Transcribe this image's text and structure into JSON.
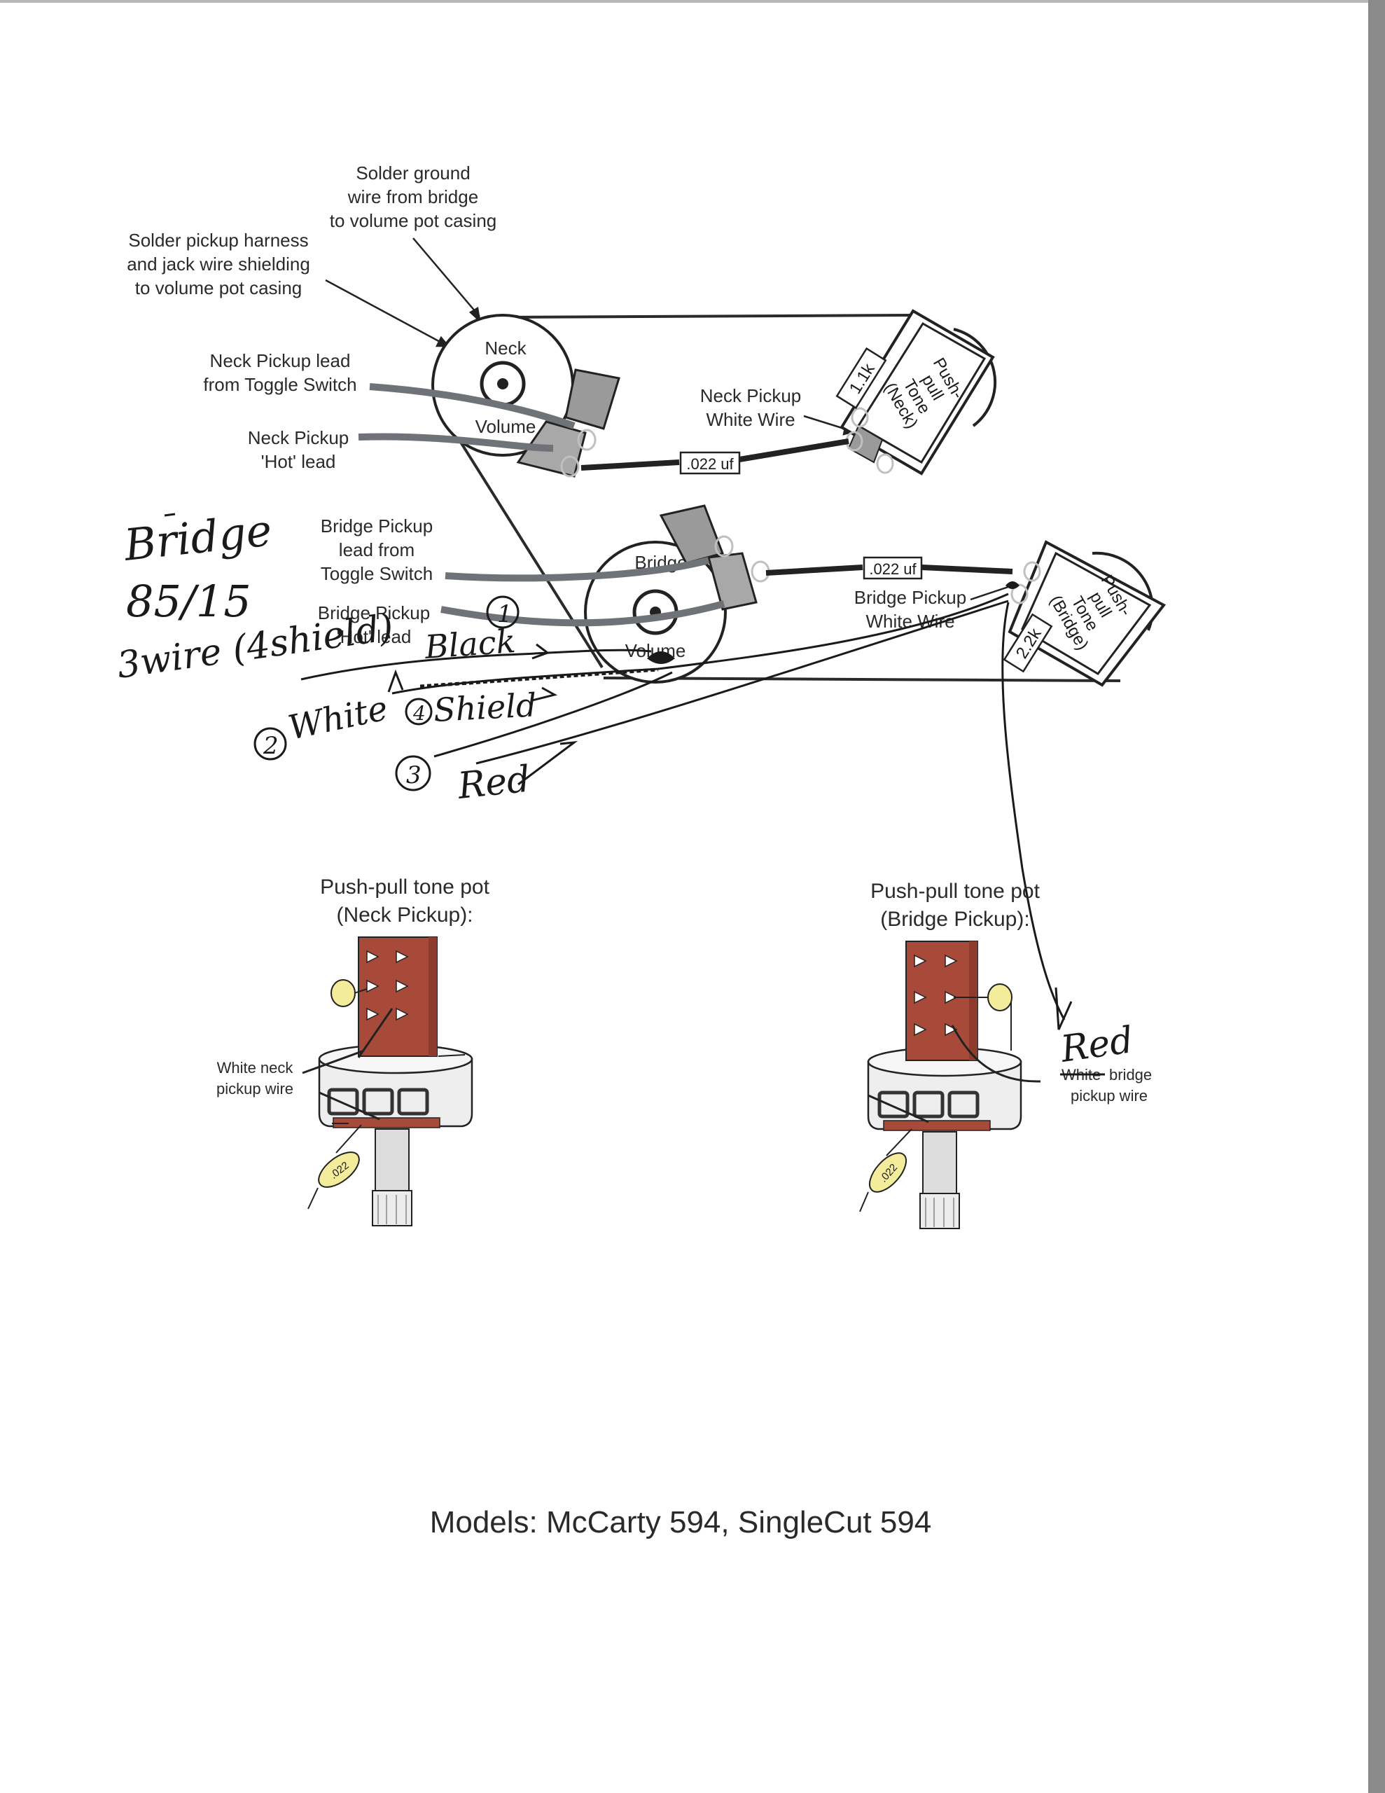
{
  "annotations": {
    "solder_ground": [
      "Solder ground",
      "wire from bridge",
      "to volume pot casing"
    ],
    "solder_harness": [
      "Solder pickup harness",
      "and jack wire  shielding",
      "to volume pot casing"
    ],
    "neck_lead": [
      "Neck Pickup lead",
      "from Toggle Switch"
    ],
    "neck_hot": [
      "Neck Pickup",
      "'Hot' lead"
    ],
    "bridge_lead": [
      "Bridge Pickup",
      "lead from",
      "Toggle Switch"
    ],
    "bridge_hot": [
      "Bridge Pickup",
      "'Hot' lead"
    ],
    "neck_white": [
      "Neck Pickup",
      "White Wire"
    ],
    "bridge_white": [
      "Bridge Pickup",
      "White Wire"
    ]
  },
  "pots": {
    "neck_volume": {
      "top": "Neck",
      "bottom": "Volume"
    },
    "bridge_volume": {
      "top": "Bridge",
      "bottom": "Volume"
    },
    "neck_tone": [
      "Push-",
      "pull",
      "Tone",
      "(Neck)"
    ],
    "bridge_tone": [
      "Push-",
      "pull",
      "Tone",
      "(Bridge)"
    ]
  },
  "components": {
    "cap_neck": ".022 uf",
    "cap_bridge": ".022 uf",
    "res_neck": "1.1k",
    "res_bridge": "2.2k",
    "cap_small": ".022"
  },
  "handwritten": {
    "bridge": "Bridge",
    "ratio": "85/15",
    "three_wire": "3wire (4shield)",
    "black": "Black",
    "white": "White",
    "shield": "Shield",
    "red_lead": "Red",
    "red_note": "Red",
    "num1": "1",
    "num2": "2",
    "num3": "3",
    "num4": "4"
  },
  "details": {
    "neck_title": [
      "Push-pull tone pot",
      "(Neck Pickup):"
    ],
    "bridge_title": [
      "Push-pull tone pot",
      "(Bridge Pickup):"
    ],
    "neck_wire": [
      "White neck",
      "pickup wire"
    ],
    "bridge_wire_struck": "White",
    "bridge_wire": [
      "bridge",
      "pickup wire"
    ]
  },
  "footer": "Models: McCarty 594, SingleCut 594",
  "colors": {
    "wire_gray": "#6f7378",
    "switch_red": "#a84a3a",
    "cap_yellow": "#f3ec9a",
    "ink": "#1a1a1a"
  }
}
